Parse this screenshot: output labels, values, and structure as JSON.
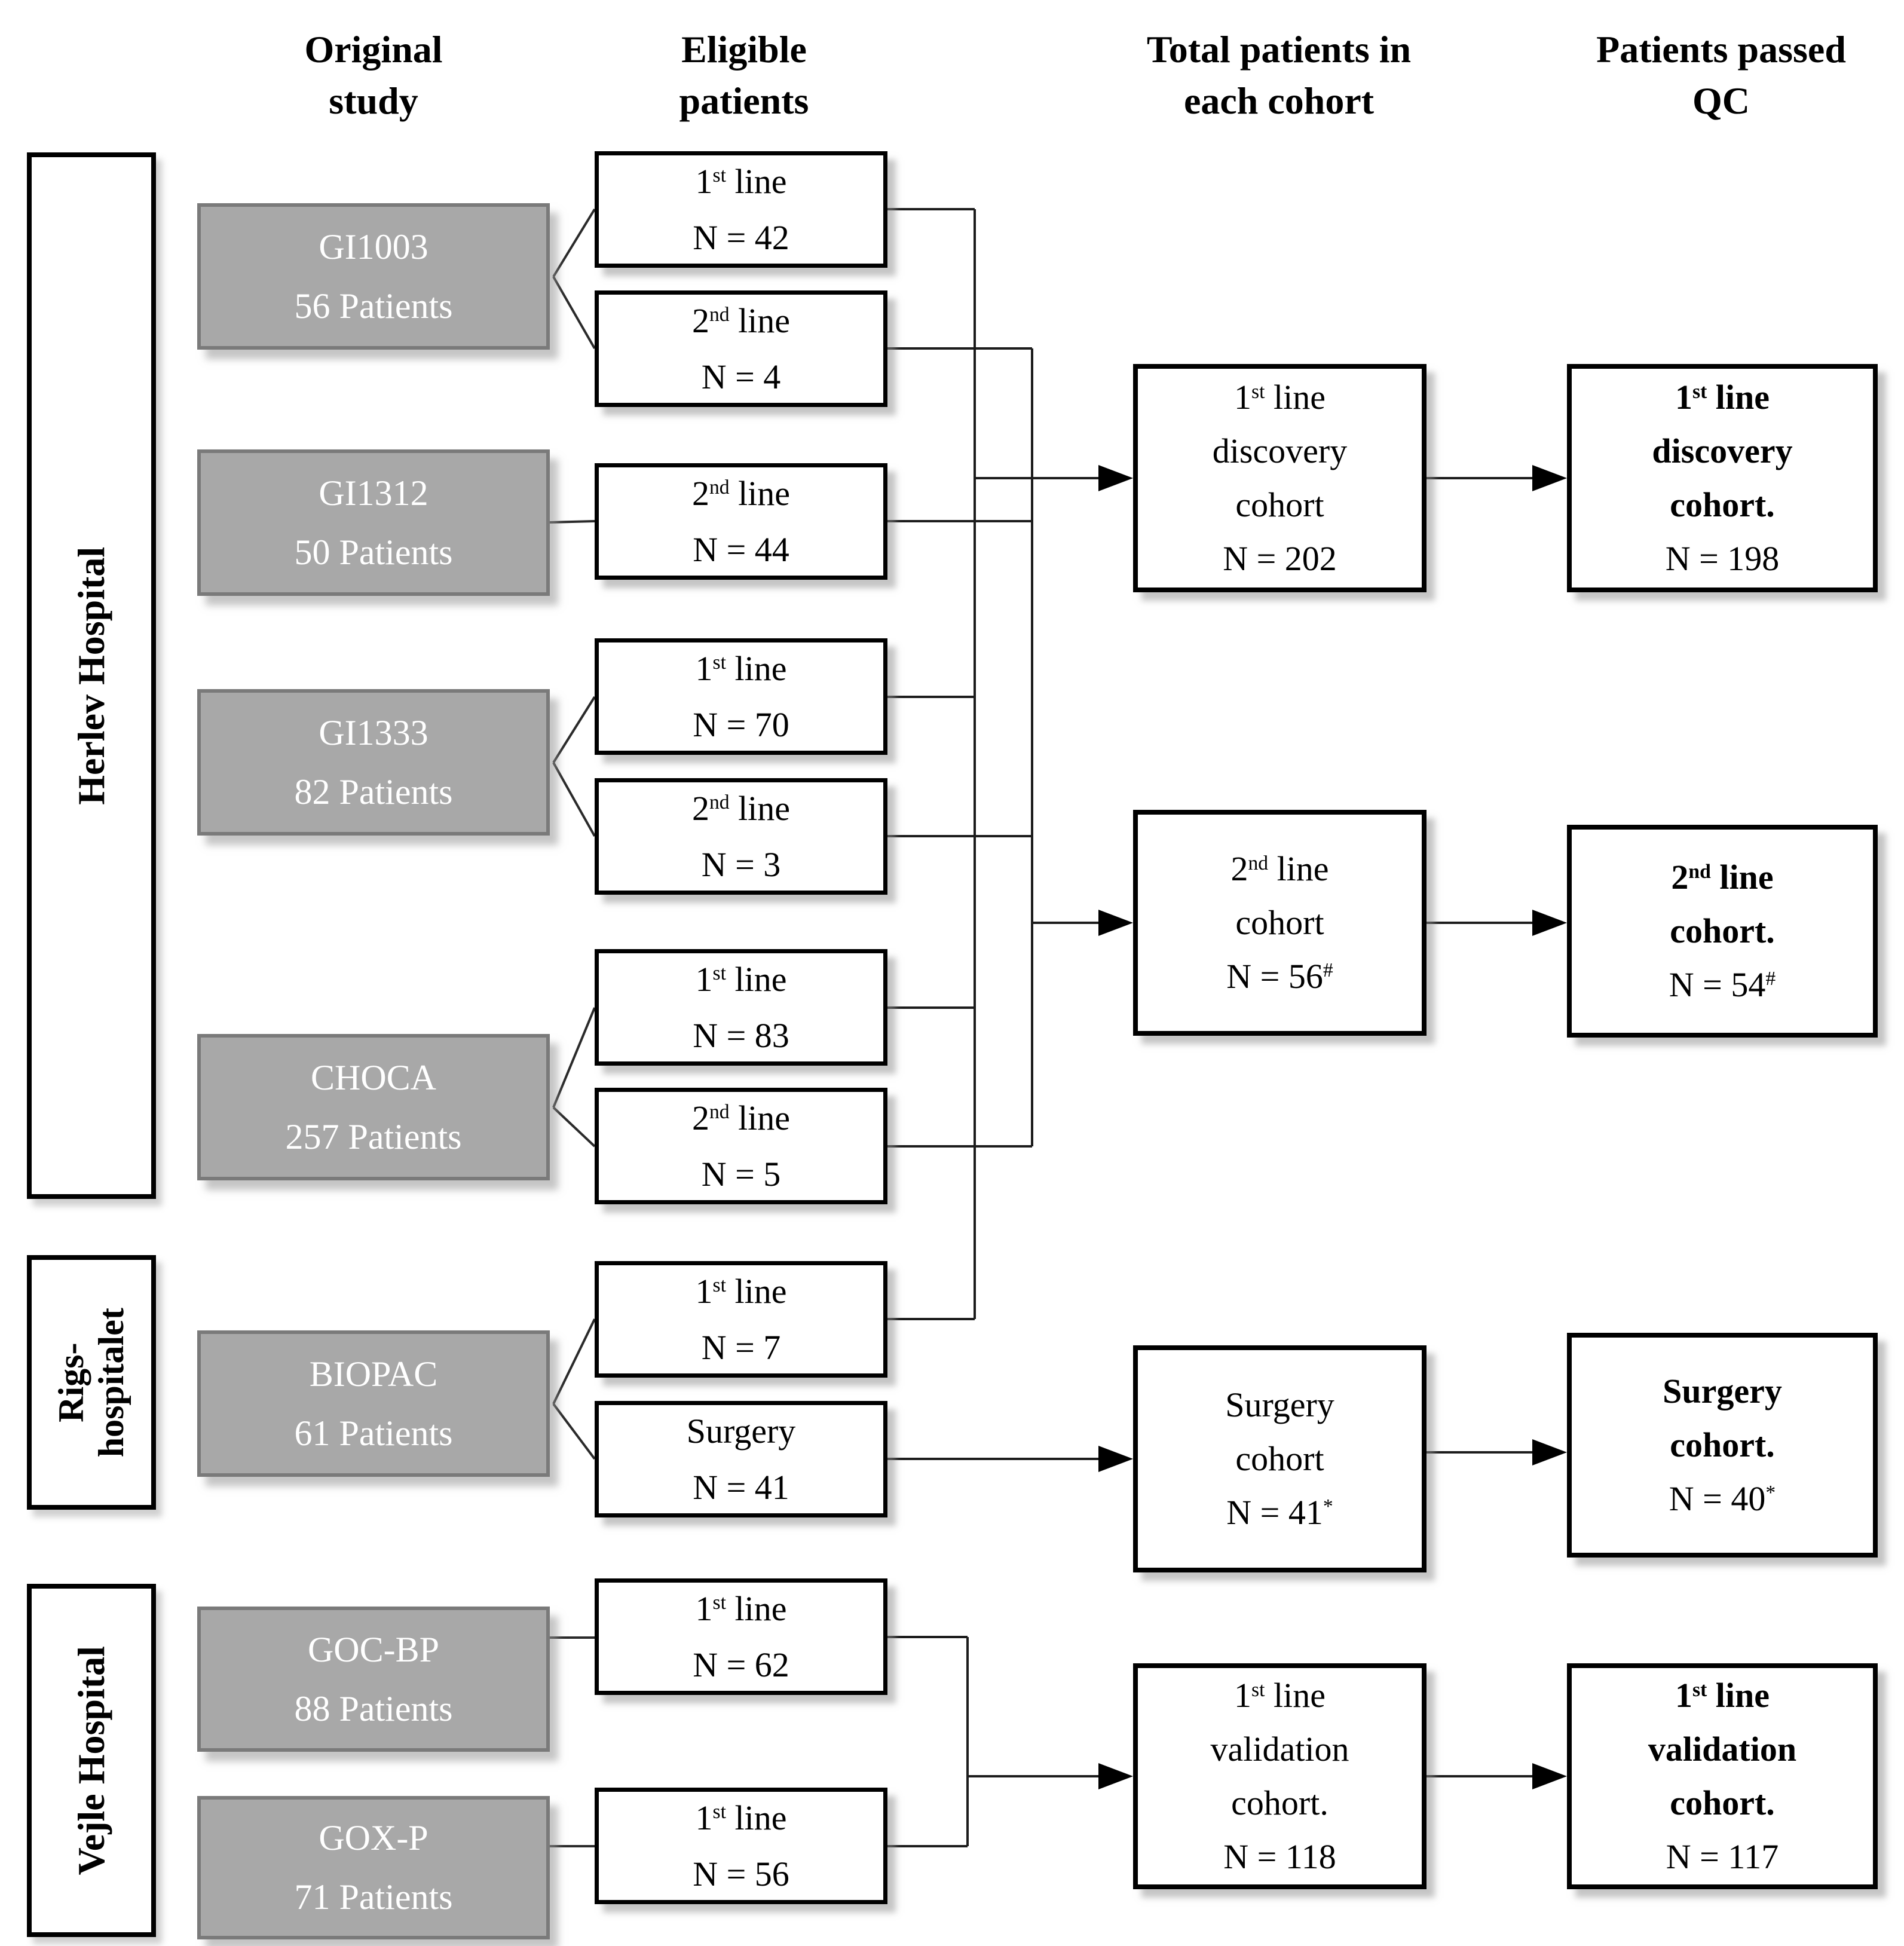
{
  "headers": [
    {
      "label": "Original\nstudy"
    },
    {
      "label": "Eligible\npatients"
    },
    {
      "label": "Total patients in\neach cohort"
    },
    {
      "label": "Patients passed\nQC"
    }
  ],
  "hospitals": [
    {
      "label": "Herlev Hospital"
    },
    {
      "label": "Rigs-\nhospitalet"
    },
    {
      "label": "Vejle Hospital"
    }
  ],
  "studies": [
    {
      "name": "GI1003",
      "patients": "56 Patients"
    },
    {
      "name": "GI1312",
      "patients": "50 Patients"
    },
    {
      "name": "GI1333",
      "patients": "82 Patients"
    },
    {
      "name": "CHOCA",
      "patients": "257 Patients"
    },
    {
      "name": "BIOPAC",
      "patients": "61 Patients"
    },
    {
      "name": "GOC-BP",
      "patients": "88 Patients"
    },
    {
      "name": "GOX-P",
      "patients": "71 Patients"
    }
  ],
  "eligible": [
    {
      "prefix": "1",
      "sup": "st",
      "suffix": " line",
      "n": "N = 42"
    },
    {
      "prefix": "2",
      "sup": "nd",
      "suffix": " line",
      "n": "N = 4"
    },
    {
      "prefix": "2",
      "sup": "nd",
      "suffix": " line",
      "n": "N = 44"
    },
    {
      "prefix": "1",
      "sup": "st",
      "suffix": " line",
      "n": "N = 70"
    },
    {
      "prefix": "2",
      "sup": "nd",
      "suffix": " line",
      "n": "N = 3"
    },
    {
      "prefix": "1",
      "sup": "st",
      "suffix": " line",
      "n": "N = 83"
    },
    {
      "prefix": "2",
      "sup": "nd",
      "suffix": " line",
      "n": "N = 5"
    },
    {
      "prefix": "1",
      "sup": "st",
      "suffix": " line",
      "n": "N = 7"
    },
    {
      "prefix": "Surgery",
      "sup": "",
      "suffix": "",
      "n": "N = 41"
    },
    {
      "prefix": "1",
      "sup": "st",
      "suffix": " line",
      "n": "N = 62"
    },
    {
      "prefix": "1",
      "sup": "st",
      "suffix": " line",
      "n": "N = 56"
    }
  ],
  "cohorts": [
    {
      "prefix": "1",
      "sup": "st",
      "suffix": " line",
      "line2": "discovery",
      "line3": "cohort",
      "n": "N = 202",
      "nsup": ""
    },
    {
      "prefix": "2",
      "sup": "nd",
      "suffix": " line",
      "line2": "cohort",
      "line3": "",
      "n": "N = 56",
      "nsup": "#"
    },
    {
      "prefix": "Surgery",
      "sup": "",
      "suffix": "",
      "line2": "cohort",
      "line3": "",
      "n": "N = 41",
      "nsup": "*"
    },
    {
      "prefix": "1",
      "sup": "st",
      "suffix": " line",
      "line2": "validation",
      "line3": "cohort.",
      "n": "N = 118",
      "nsup": ""
    }
  ],
  "qc": [
    {
      "prefix": "1",
      "sup": "st",
      "suffix": " line",
      "line2": "discovery",
      "line3": "cohort.",
      "n": "N = 198",
      "nsup": ""
    },
    {
      "prefix": "2",
      "sup": "nd",
      "suffix": " line",
      "line2": "cohort.",
      "line3": "",
      "n": "N = 54",
      "nsup": "#"
    },
    {
      "prefix": "Surgery",
      "sup": "",
      "suffix": "",
      "line2": "cohort.",
      "line3": "",
      "n": "N = 40",
      "nsup": "*"
    },
    {
      "prefix": "1",
      "sup": "st",
      "suffix": " line",
      "line2": "validation",
      "line3": "cohort.",
      "n": "N = 117",
      "nsup": ""
    }
  ],
  "colors": {
    "study_fill": "#a8a8a8",
    "study_border": "#7a7a7a",
    "box_border": "#000000",
    "wire": "#1c1c1c",
    "background": "#ffffff",
    "study_text": "#ffffff"
  }
}
